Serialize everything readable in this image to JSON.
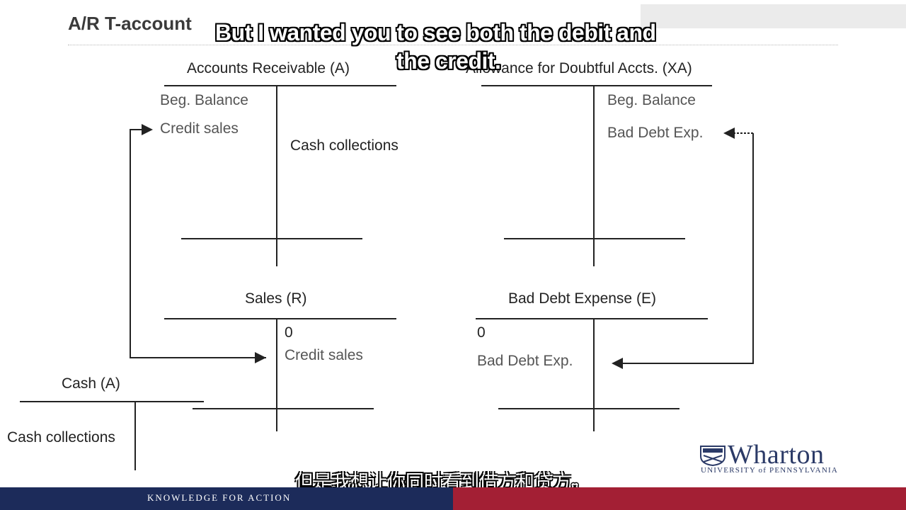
{
  "slide": {
    "title": "A/R T-account",
    "subtitle_en_line1": "But I wanted you to see both the debit and",
    "subtitle_en_line2": "the credit.",
    "subtitle_cn": "但是我想让你同时看到借方和贷方。"
  },
  "accounts": {
    "ar": {
      "title": "Accounts Receivable (A)",
      "debit_1": "Beg. Balance",
      "debit_2": "Credit sales",
      "credit_1": "Cash collections"
    },
    "allowance": {
      "title": "Allowance for Doubtful Accts. (XA)",
      "credit_1": "Beg. Balance",
      "credit_2": "Bad Debt Exp."
    },
    "sales": {
      "title": "Sales (R)",
      "credit_1": "0",
      "credit_2": "Credit sales"
    },
    "bad_debt": {
      "title": "Bad Debt Expense (E)",
      "debit_1": "0",
      "debit_2": "Bad Debt Exp."
    },
    "cash": {
      "title": "Cash (A)",
      "debit_1": "Cash collections"
    }
  },
  "footer": {
    "tagline": "KNOWLEDGE FOR ACTION",
    "logo_word": "Wharton",
    "logo_sub": "UNIVERSITY of PENNSYLVANIA"
  },
  "colors": {
    "footer_navy": "#1c2b5a",
    "footer_red": "#a31f34",
    "logo_blue": "#2b3a67"
  }
}
